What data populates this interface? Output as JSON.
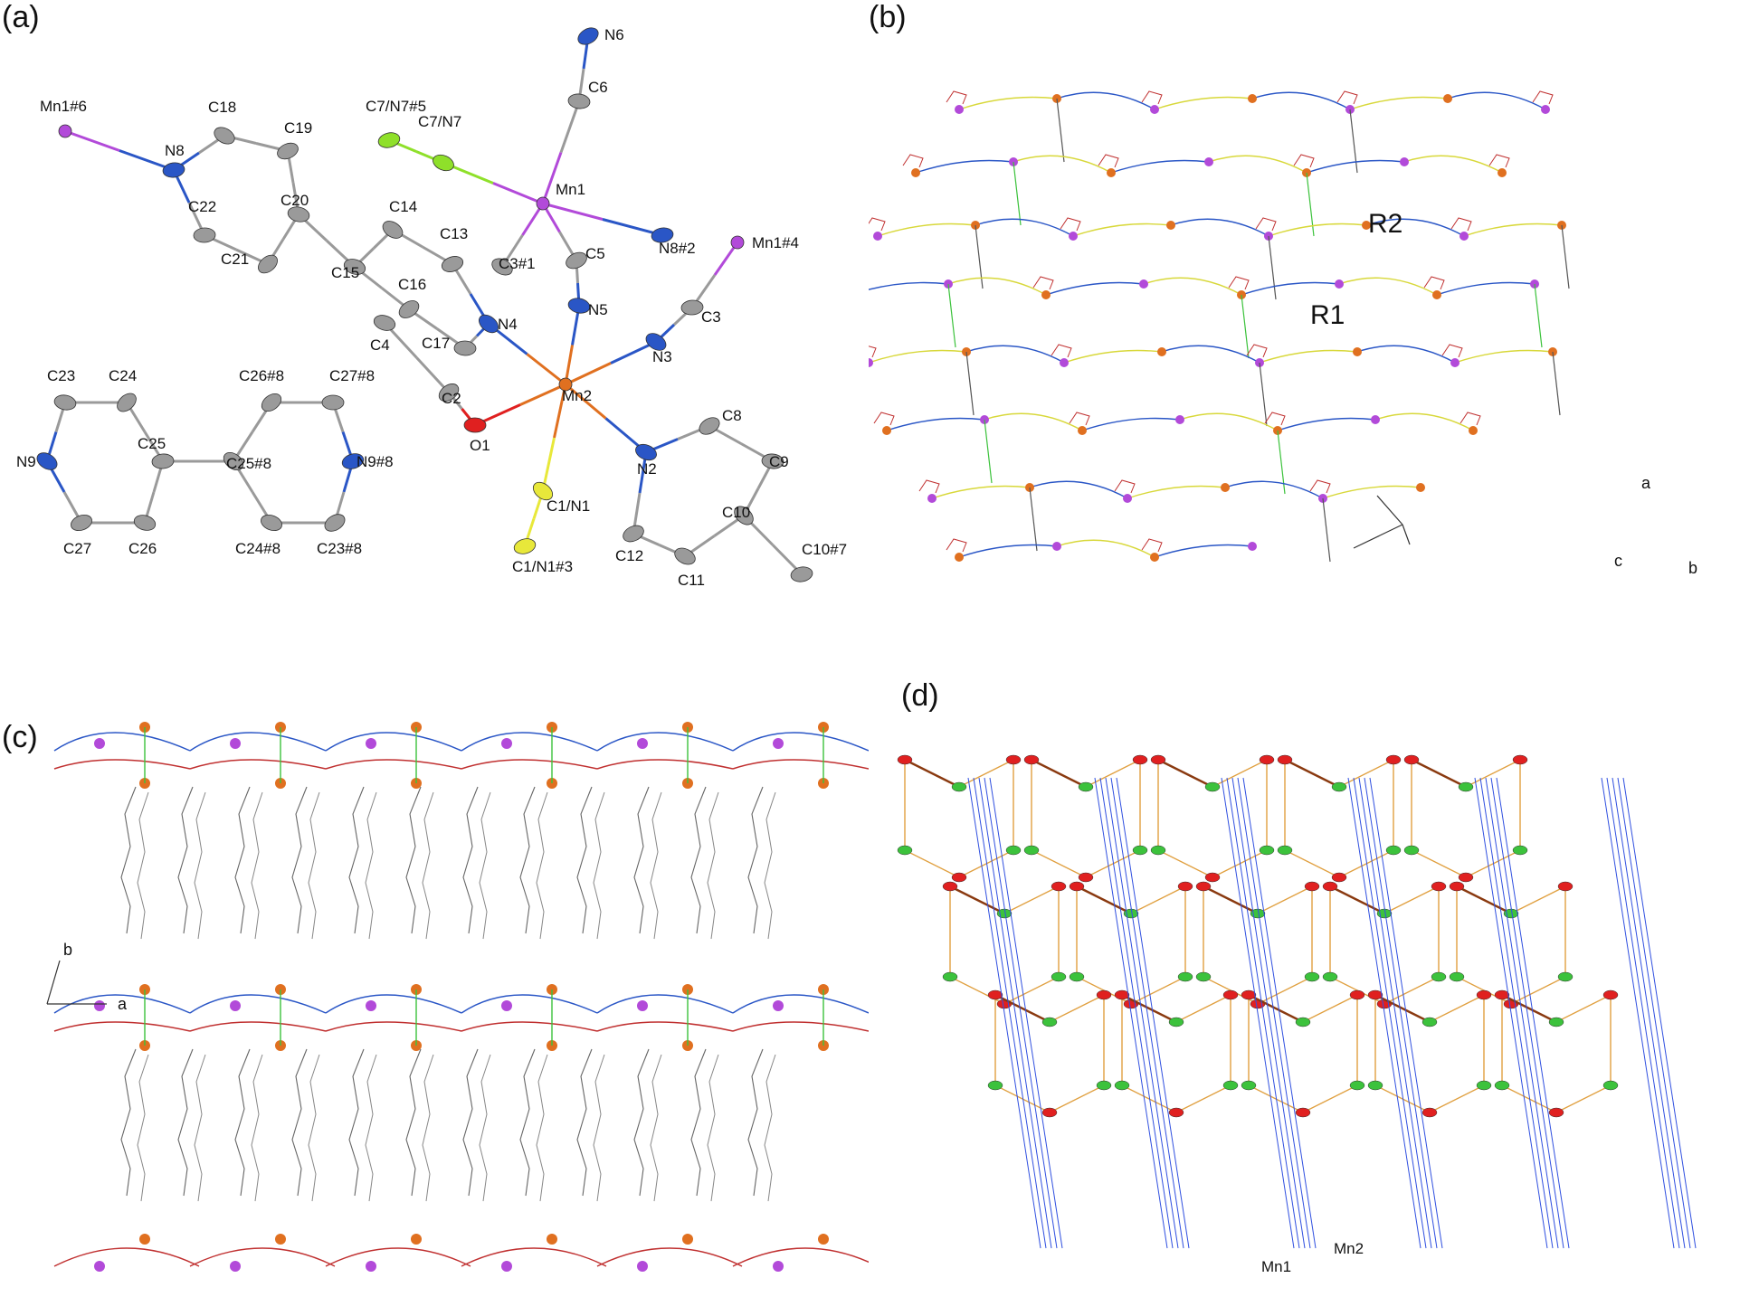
{
  "panels": {
    "a": {
      "label": "(a)"
    },
    "b": {
      "label": "(b)",
      "ring_labels": [
        "R1",
        "R2"
      ],
      "axes": {
        "a": "a",
        "b": "b",
        "c": "c"
      }
    },
    "c": {
      "label": "(c)",
      "axes": {
        "a": "a",
        "b": "b"
      }
    },
    "d": {
      "label": "(d)",
      "metal_labels": [
        "Mn1",
        "Mn2"
      ]
    }
  },
  "atoms": [
    {
      "id": "Mn1#6",
      "color": "#b24ad9"
    },
    {
      "id": "N8",
      "color": "#2a56c6"
    },
    {
      "id": "C18",
      "color": "#9a9a9a"
    },
    {
      "id": "C19",
      "color": "#9a9a9a"
    },
    {
      "id": "C20",
      "color": "#9a9a9a"
    },
    {
      "id": "C21",
      "color": "#9a9a9a"
    },
    {
      "id": "C22",
      "color": "#9a9a9a"
    },
    {
      "id": "C14",
      "color": "#9a9a9a"
    },
    {
      "id": "C13",
      "color": "#9a9a9a"
    },
    {
      "id": "C15",
      "color": "#9a9a9a"
    },
    {
      "id": "C16",
      "color": "#9a9a9a"
    },
    {
      "id": "C17",
      "color": "#9a9a9a"
    },
    {
      "id": "N4",
      "color": "#2a56c6"
    },
    {
      "id": "C7/N7#5",
      "color": "#8fe02a"
    },
    {
      "id": "C7/N7",
      "color": "#8fe02a"
    },
    {
      "id": "N6",
      "color": "#2a56c6"
    },
    {
      "id": "C6",
      "color": "#9a9a9a"
    },
    {
      "id": "Mn1",
      "color": "#b24ad9"
    },
    {
      "id": "N8#2",
      "color": "#2a56c6"
    },
    {
      "id": "C3#1",
      "color": "#9a9a9a"
    },
    {
      "id": "C5",
      "color": "#9a9a9a"
    },
    {
      "id": "N5",
      "color": "#2a56c6"
    },
    {
      "id": "Mn1#4",
      "color": "#b24ad9"
    },
    {
      "id": "C3",
      "color": "#9a9a9a"
    },
    {
      "id": "N3",
      "color": "#2a56c6"
    },
    {
      "id": "Mn2",
      "color": "#e07020"
    },
    {
      "id": "C4",
      "color": "#9a9a9a"
    },
    {
      "id": "C2",
      "color": "#9a9a9a"
    },
    {
      "id": "O1",
      "color": "#e02020"
    },
    {
      "id": "C1/N1",
      "color": "#e8e83a"
    },
    {
      "id": "C1/N1#3",
      "color": "#e8e83a"
    },
    {
      "id": "N2",
      "color": "#2a56c6"
    },
    {
      "id": "C8",
      "color": "#9a9a9a"
    },
    {
      "id": "C9",
      "color": "#9a9a9a"
    },
    {
      "id": "C10",
      "color": "#9a9a9a"
    },
    {
      "id": "C10#7",
      "color": "#9a9a9a"
    },
    {
      "id": "C11",
      "color": "#9a9a9a"
    },
    {
      "id": "C12",
      "color": "#9a9a9a"
    },
    {
      "id": "C23",
      "color": "#9a9a9a"
    },
    {
      "id": "C24",
      "color": "#9a9a9a"
    },
    {
      "id": "C25",
      "color": "#9a9a9a"
    },
    {
      "id": "N9",
      "color": "#2a56c6"
    },
    {
      "id": "C27",
      "color": "#9a9a9a"
    },
    {
      "id": "C26",
      "color": "#9a9a9a"
    },
    {
      "id": "C26#8",
      "color": "#9a9a9a"
    },
    {
      "id": "C27#8",
      "color": "#9a9a9a"
    },
    {
      "id": "C25#8",
      "color": "#9a9a9a"
    },
    {
      "id": "N9#8",
      "color": "#2a56c6"
    },
    {
      "id": "C24#8",
      "color": "#9a9a9a"
    },
    {
      "id": "C23#8",
      "color": "#9a9a9a"
    }
  ],
  "colors": {
    "mn1": "#b24ad9",
    "mn2": "#e07020",
    "nitrogen": "#2a56c6",
    "carbon": "#9a9a9a",
    "oxygen": "#e02020",
    "cn_yellow": "#e8e83a",
    "cn_green": "#8fe02a",
    "node_red": "#e02020",
    "node_green": "#3cc23c",
    "link_orange": "#e0a040",
    "link_blue": "#3050e0",
    "link_brown": "#8a3a10"
  }
}
